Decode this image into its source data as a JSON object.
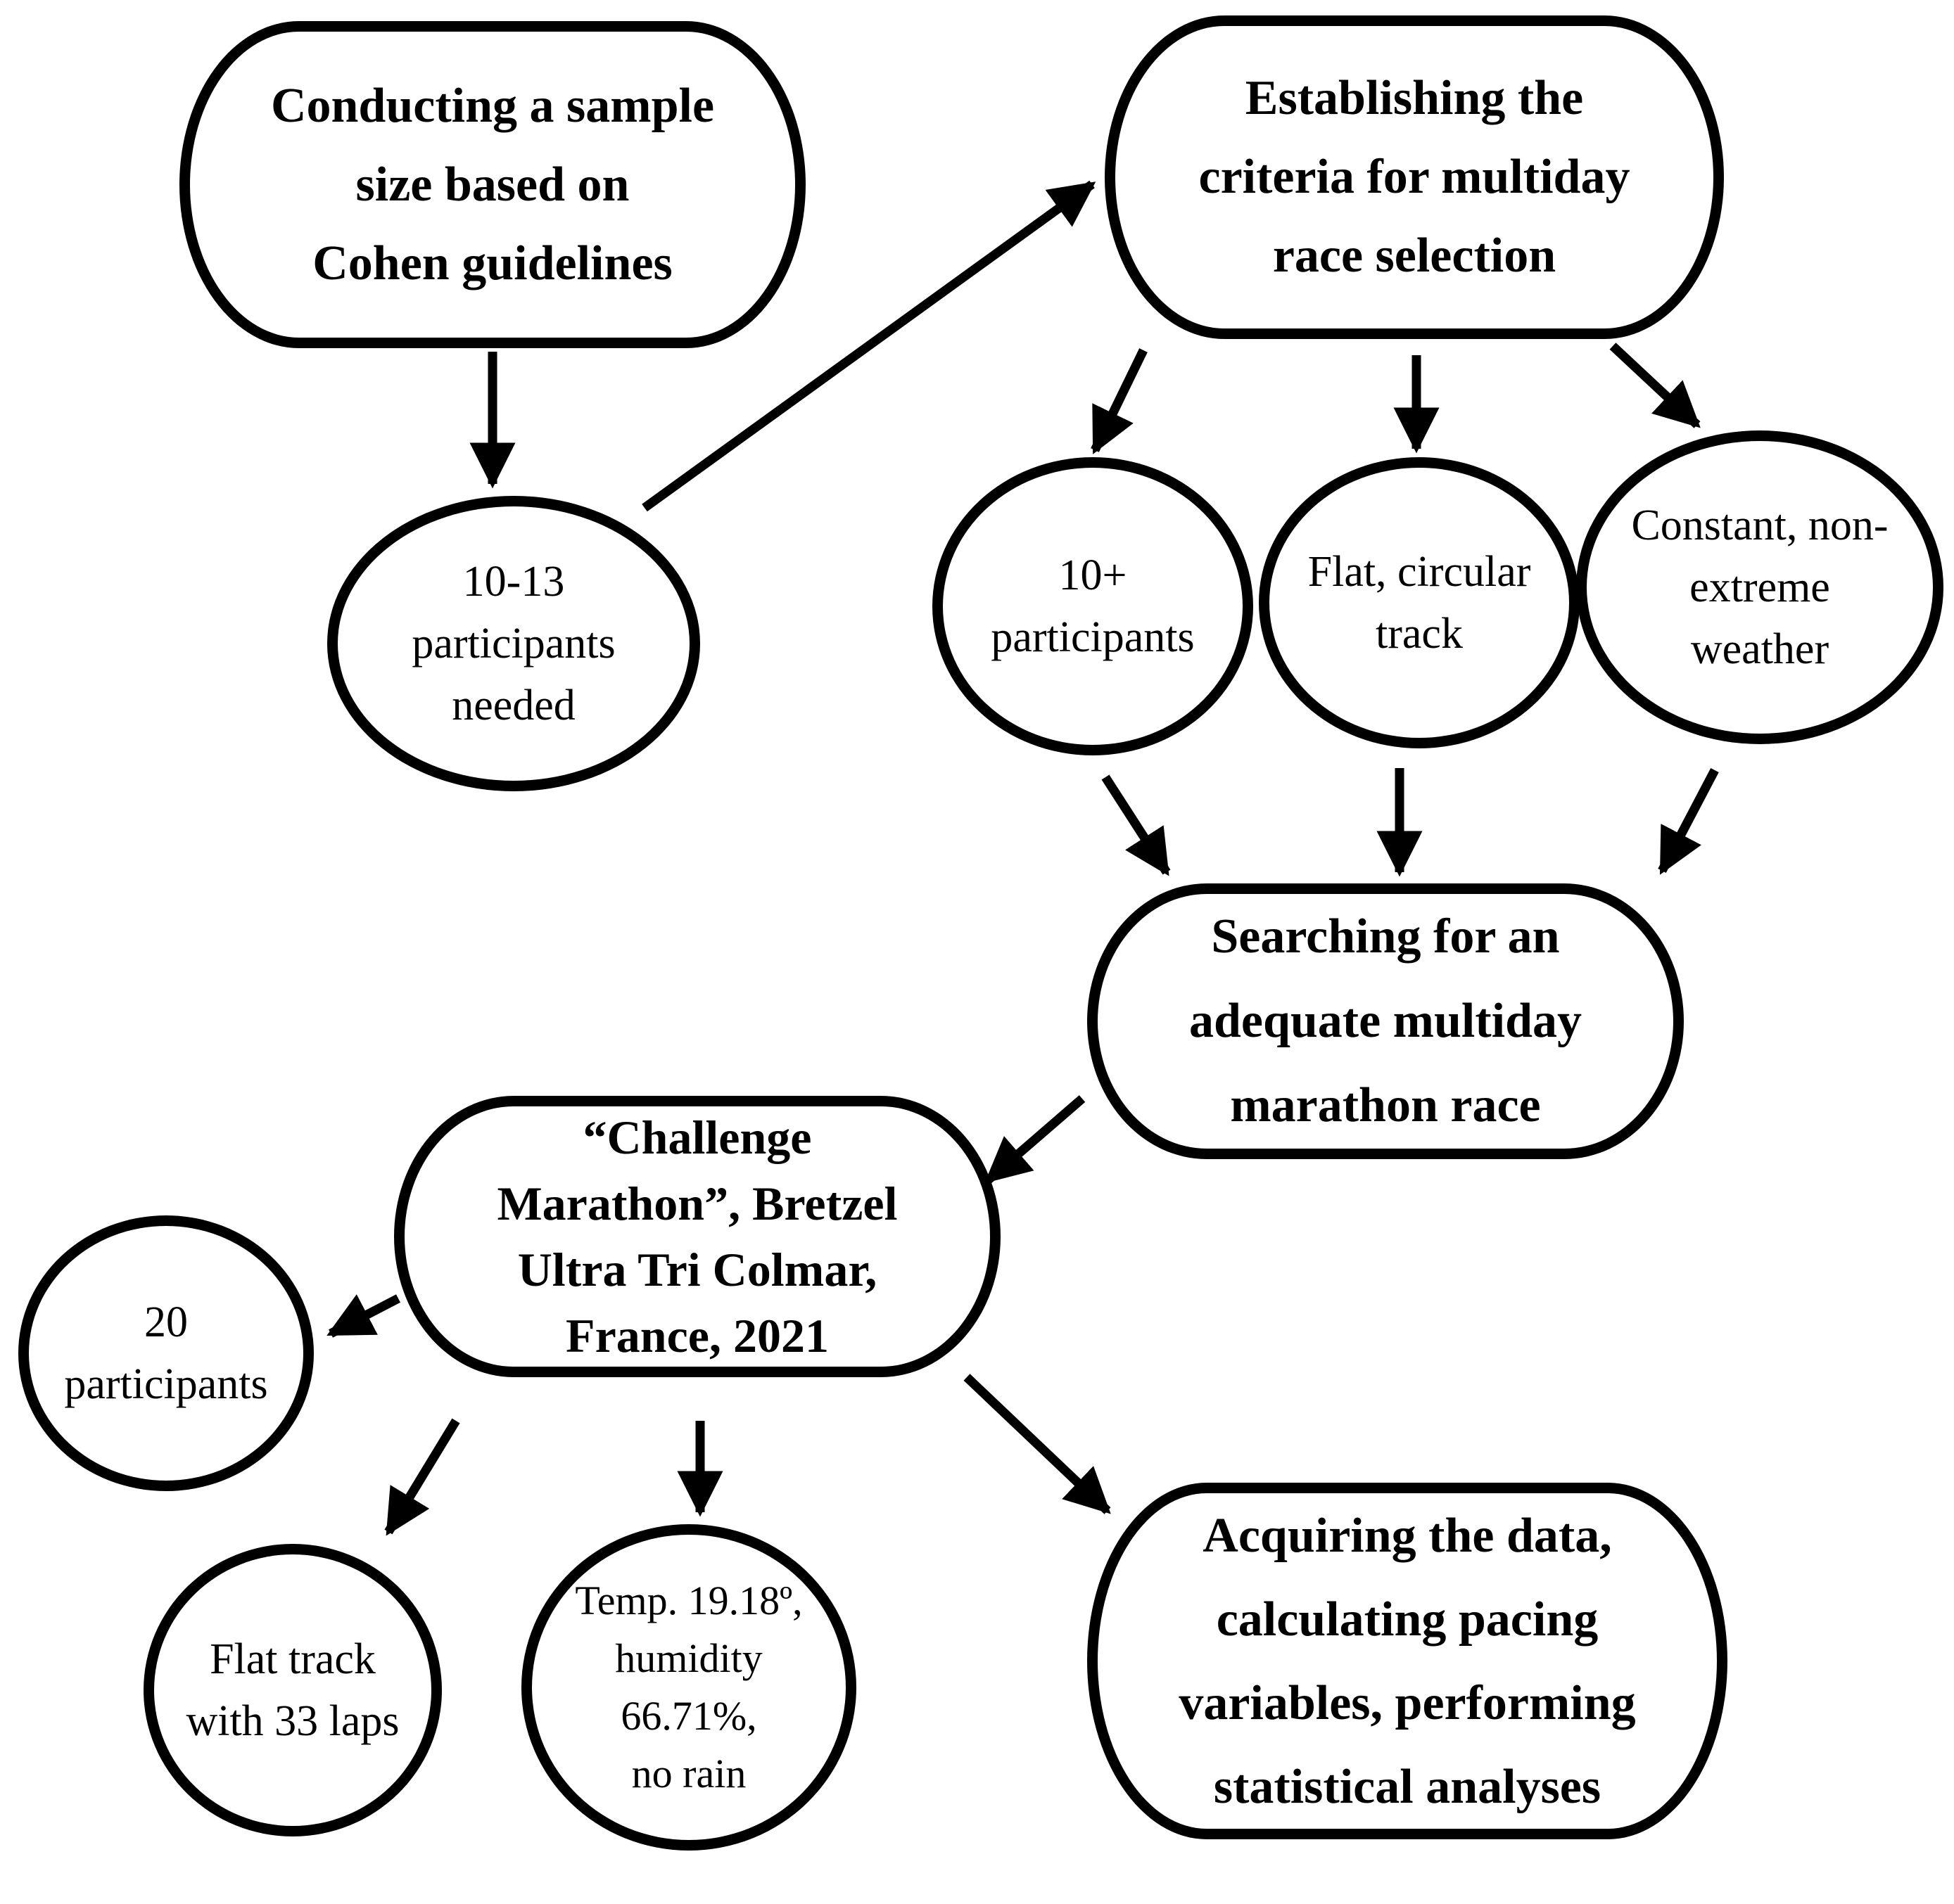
{
  "diagram": {
    "type": "flowchart",
    "background_color": "#ffffff",
    "stroke_color": "#000000",
    "text_color": "#000000",
    "nodes": [
      {
        "id": "cohen",
        "shape": "rounded-box",
        "lines": [
          "Conducting a sample",
          "size based on",
          "Cohen guidelines"
        ]
      },
      {
        "id": "criteria",
        "shape": "rounded-box",
        "lines": [
          "Establishing the",
          "criteria for multiday",
          "race selection"
        ]
      },
      {
        "id": "needed",
        "shape": "ellipse",
        "lines": [
          "10-13",
          "participants",
          "needed"
        ]
      },
      {
        "id": "ten-plus",
        "shape": "ellipse",
        "lines": [
          "10+",
          "participants"
        ]
      },
      {
        "id": "flat-circular",
        "shape": "ellipse",
        "lines": [
          "Flat, circular",
          "track"
        ]
      },
      {
        "id": "weather",
        "shape": "ellipse",
        "lines": [
          "Constant, non-",
          "extreme",
          "weather"
        ]
      },
      {
        "id": "searching",
        "shape": "rounded-box",
        "lines": [
          "Searching for an",
          "adequate multiday",
          "marathon race"
        ]
      },
      {
        "id": "challenge",
        "shape": "rounded-box",
        "lines": [
          "“Challenge",
          "Marathon”, Bretzel",
          "Ultra Tri Colmar,",
          "France, 2021"
        ]
      },
      {
        "id": "twenty",
        "shape": "ellipse",
        "lines": [
          "20",
          "participants"
        ]
      },
      {
        "id": "flat-track",
        "shape": "ellipse",
        "lines": [
          "Flat track",
          "with 33 laps"
        ]
      },
      {
        "id": "temp",
        "shape": "ellipse",
        "lines": [
          "Temp. 19.18º,",
          "humidity",
          "66.71%,",
          "no rain"
        ]
      },
      {
        "id": "acquiring",
        "shape": "rounded-box",
        "lines": [
          "Acquiring the data,",
          "calculating pacing",
          "variables, performing",
          "statistical analyses"
        ]
      }
    ],
    "edges": [
      {
        "from": "cohen",
        "to": "needed"
      },
      {
        "from": "needed",
        "to": "criteria"
      },
      {
        "from": "criteria",
        "to": "ten-plus"
      },
      {
        "from": "criteria",
        "to": "flat-circular"
      },
      {
        "from": "criteria",
        "to": "weather"
      },
      {
        "from": "ten-plus",
        "to": "searching"
      },
      {
        "from": "flat-circular",
        "to": "searching"
      },
      {
        "from": "weather",
        "to": "searching"
      },
      {
        "from": "searching",
        "to": "challenge"
      },
      {
        "from": "challenge",
        "to": "twenty"
      },
      {
        "from": "challenge",
        "to": "flat-track"
      },
      {
        "from": "challenge",
        "to": "temp"
      },
      {
        "from": "challenge",
        "to": "acquiring"
      }
    ]
  }
}
